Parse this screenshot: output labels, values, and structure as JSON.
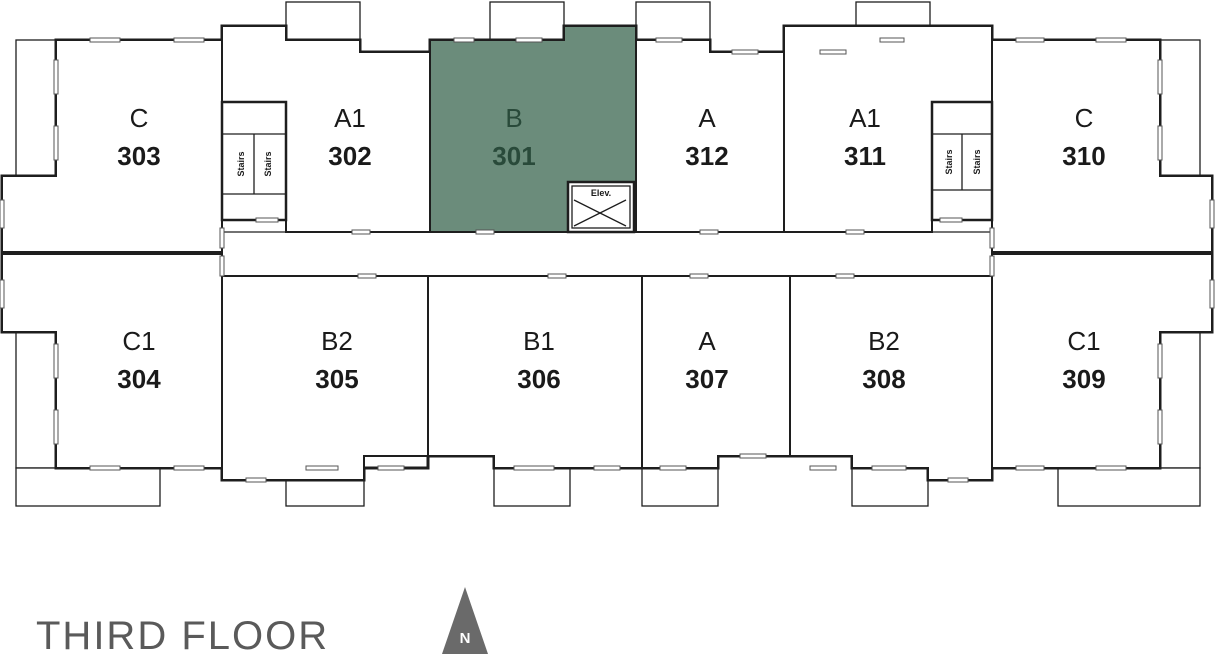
{
  "floor": {
    "title": "THIRD FLOOR",
    "north_label": "N"
  },
  "stairs_label": "Stairs",
  "elevator_label": "Elev.",
  "selected_unit": "301",
  "colors": {
    "selected_fill": "#6b8c7b",
    "selected_text": "#294a3a",
    "wall": "#1e1e1e",
    "north_arrow": "#6a6a6a"
  },
  "units": [
    {
      "id": "303",
      "type": "C"
    },
    {
      "id": "302",
      "type": "A1"
    },
    {
      "id": "301",
      "type": "B"
    },
    {
      "id": "312",
      "type": "A"
    },
    {
      "id": "311",
      "type": "A1"
    },
    {
      "id": "310",
      "type": "C"
    },
    {
      "id": "304",
      "type": "C1"
    },
    {
      "id": "305",
      "type": "B2"
    },
    {
      "id": "306",
      "type": "B1"
    },
    {
      "id": "307",
      "type": "A"
    },
    {
      "id": "308",
      "type": "B2"
    },
    {
      "id": "309",
      "type": "C1"
    }
  ]
}
